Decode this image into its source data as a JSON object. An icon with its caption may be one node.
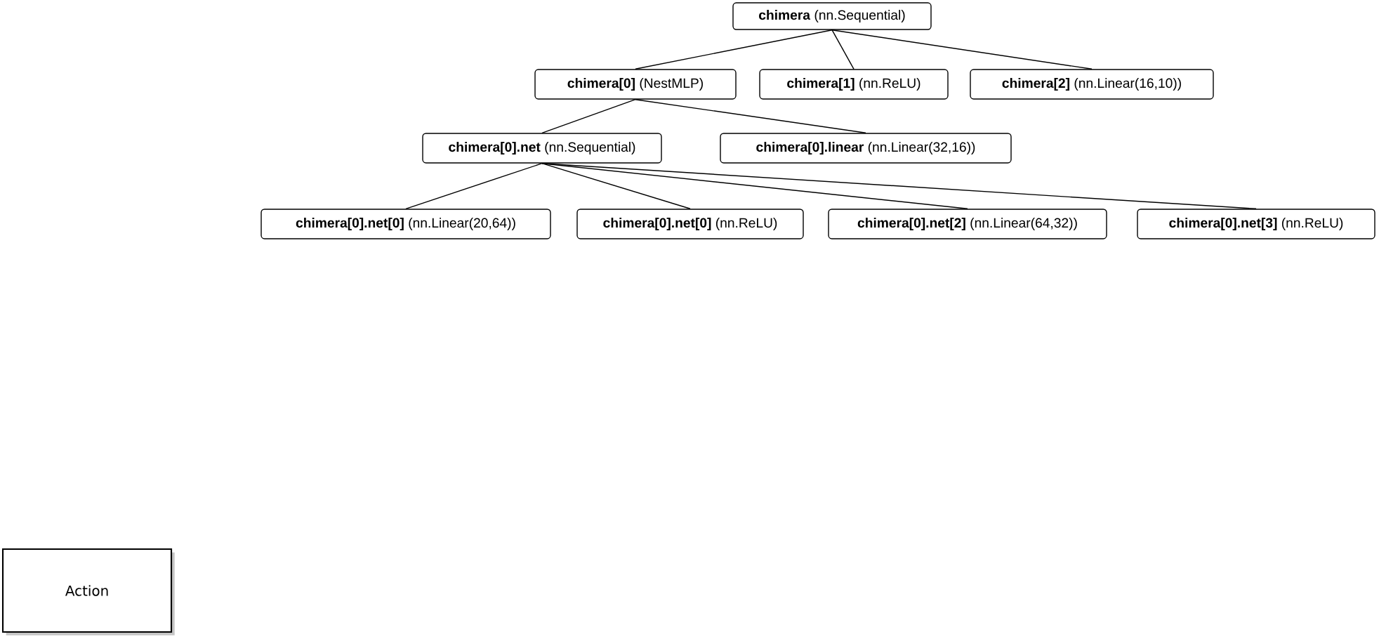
{
  "diagram": {
    "nodes": [
      {
        "text": [
          "**chimera** (nn.Sequential)"
        ]
      },
      {
        "text": [
          "**chimera[0]** (NestMLP)"
        ]
      },
      {
        "text": [
          "**chimera[1]** (nn.ReLU)"
        ]
      },
      {
        "text": [
          "**chimera[2]** (nn.Linear(16,10))"
        ]
      },
      {
        "text": [
          "**chimera[0].net** (nn.Sequential)"
        ]
      },
      {
        "text": [
          "**chimera[0].linear** (nn.Linear(32,16))"
        ]
      },
      {
        "text": [
          "**chimera[0].net[0]** (nn.Linear(20,64))"
        ]
      },
      {
        "text": [
          "**chimera[0].net[0]** (nn.ReLU)"
        ]
      },
      {
        "text": [
          "**chimera[0].net[2]** (nn.Linear(64,32))"
        ]
      },
      {
        "text": [
          "**chimera[0].net[3]** (nn.ReLU)"
        ]
      },
      {
        "text": [
          "Action"
        ]
      }
    ],
    "edges": [
      {
        "from": 0,
        "to": 1,
        "arrow": "none"
      },
      {
        "from": 0,
        "to": 2,
        "arrow": "none"
      },
      {
        "from": 0,
        "to": 3,
        "arrow": "none"
      },
      {
        "from": 1,
        "to": 4,
        "arrow": "none"
      },
      {
        "from": 1,
        "to": 5,
        "arrow": "none"
      },
      {
        "from": 4,
        "to": 6,
        "arrow": "none"
      },
      {
        "from": 4,
        "to": 7,
        "arrow": "none"
      },
      {
        "from": 4,
        "to": 8,
        "arrow": "none"
      },
      {
        "from": 4,
        "to": 9,
        "arrow": "none"
      }
    ]
  }
}
